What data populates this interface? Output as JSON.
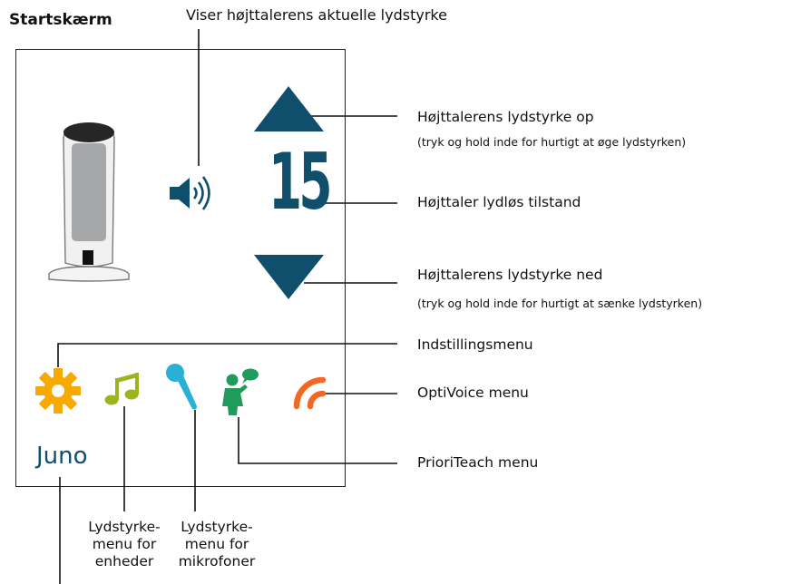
{
  "title": "Startskærm",
  "top_caption": "Viser højttalerens aktuelle lydstyrke",
  "screen": {
    "volume_value": "15",
    "room_name": "Juno"
  },
  "callouts": {
    "volume_up": {
      "label": "Højttalerens lydstyrke op",
      "note": "(tryk og hold inde for hurtigt at øge lydstyrken)"
    },
    "mute": {
      "label": "Højttaler lydløs tilstand"
    },
    "volume_down": {
      "label": "Højttalerens lydstyrke ned",
      "note": "(tryk og hold inde for hurtigt at sænke lydstyrken)"
    },
    "settings": {
      "label": "Indstillingsmenu"
    },
    "optivoice": {
      "label": "OptiVoice menu"
    },
    "prioriteach": {
      "label": "PrioriTeach menu"
    }
  },
  "bottom_labels": {
    "devices": [
      "Lydstyrke-",
      "menu for",
      "enheder"
    ],
    "microphones": [
      "Lydstyrke-",
      "menu for",
      "mikrofoner"
    ]
  },
  "colors": {
    "dark_teal": "#0f4f6b",
    "settings_gear": "#f7a900",
    "music_note": "#9bb521",
    "microphone": "#2ab0d4",
    "prioriteach_person": "#1f9c5b",
    "optivoice_arc": "#f26722"
  },
  "icons": [
    "speaker-device-icon",
    "speaker-volume-icon",
    "volume-up-triangle-icon",
    "volume-down-triangle-icon",
    "gear-icon",
    "music-note-icon",
    "microphone-icon",
    "teacher-speech-icon",
    "optivoice-arc-icon"
  ]
}
